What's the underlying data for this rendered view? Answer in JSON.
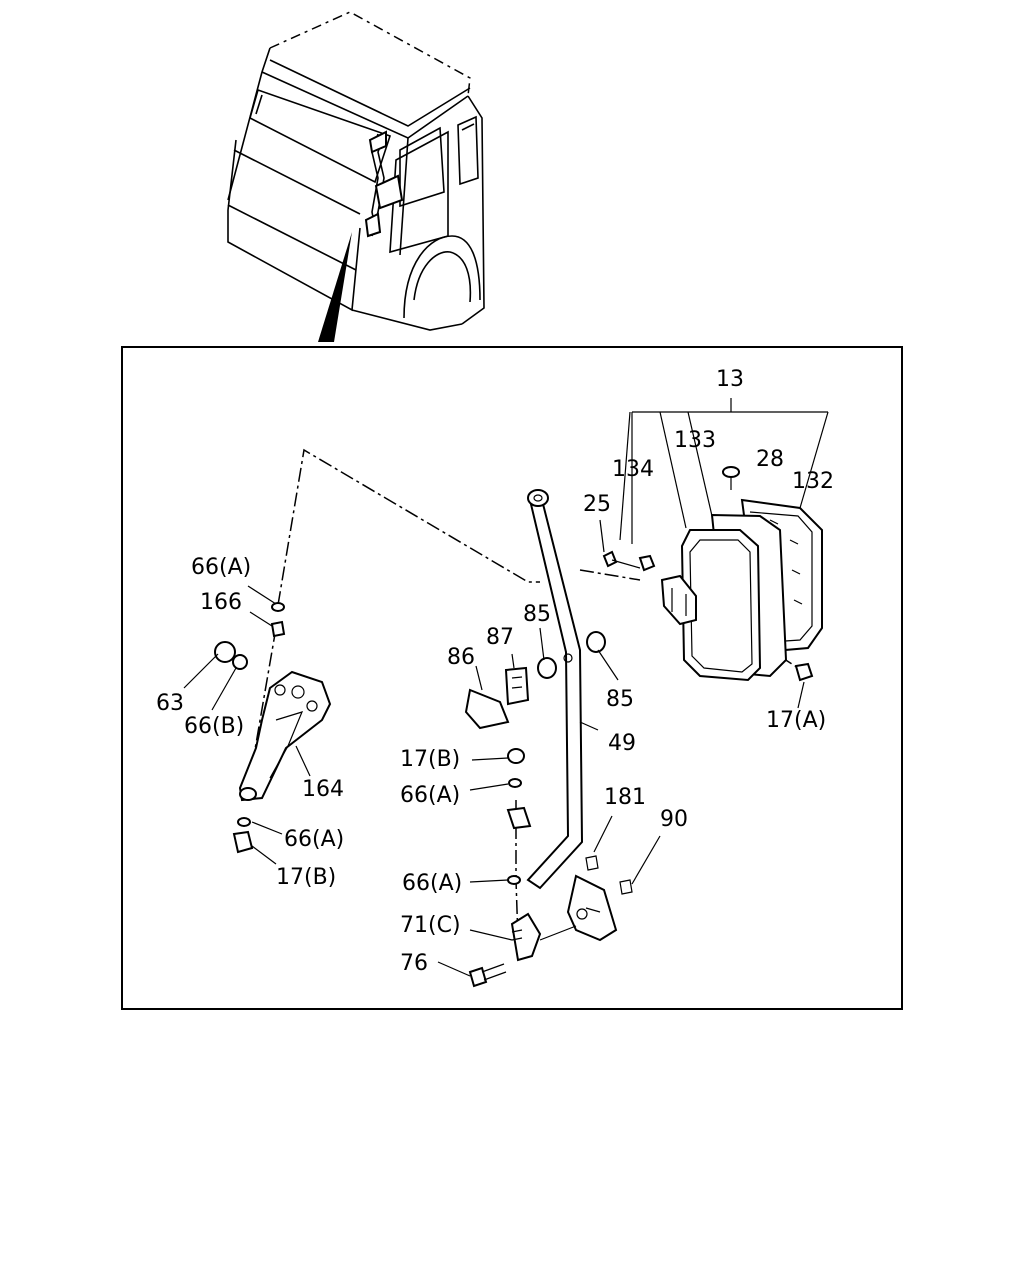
{
  "labels": {
    "p13": "13",
    "p133": "133",
    "p28": "28",
    "p134": "134",
    "p132": "132",
    "p25": "25",
    "p66a_1": "66(A)",
    "p166": "166",
    "p85_top": "85",
    "p87": "87",
    "p86": "86",
    "p63": "63",
    "p66b": "66(B)",
    "p85_bot": "85",
    "p17a": "17(A)",
    "p49": "49",
    "p17b_1": "17(B)",
    "p164": "164",
    "p66a_2": "66(A)",
    "p181": "181",
    "p90": "90",
    "p66a_3": "66(A)",
    "p17b_2": "17(B)",
    "p66a_4": "66(A)",
    "p71c": "71(C)",
    "p76": "76"
  }
}
